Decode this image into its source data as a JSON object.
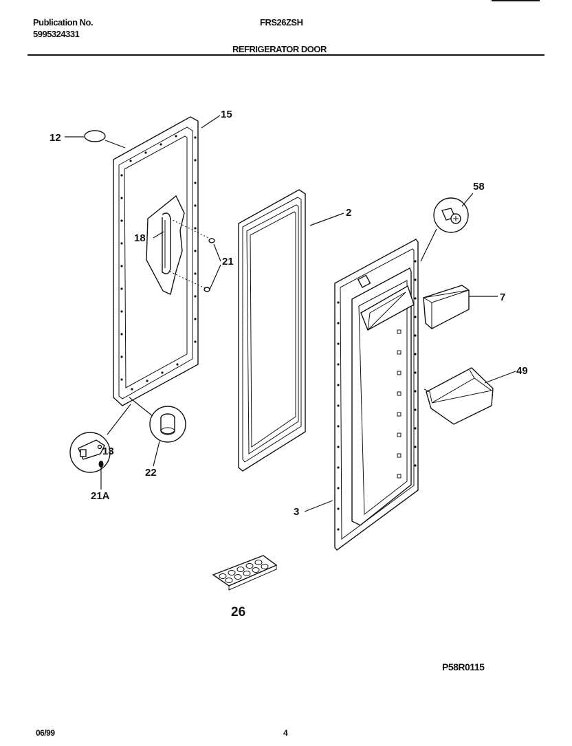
{
  "header": {
    "publication_label": "Publication No.",
    "publication_number": "5995324331",
    "model": "FRS26ZSH",
    "section_title": "REFRIGERATOR DOOR"
  },
  "callouts": {
    "c12": "12",
    "c15": "15",
    "c2": "2",
    "c58": "58",
    "c18": "18",
    "c21": "21",
    "c7": "7",
    "c49": "49",
    "c13": "13",
    "c22": "22",
    "c21a": "21A",
    "c3": "3",
    "c26": "26"
  },
  "figure_code": "P58R0115",
  "footer": {
    "date": "06/99",
    "page": "4"
  }
}
